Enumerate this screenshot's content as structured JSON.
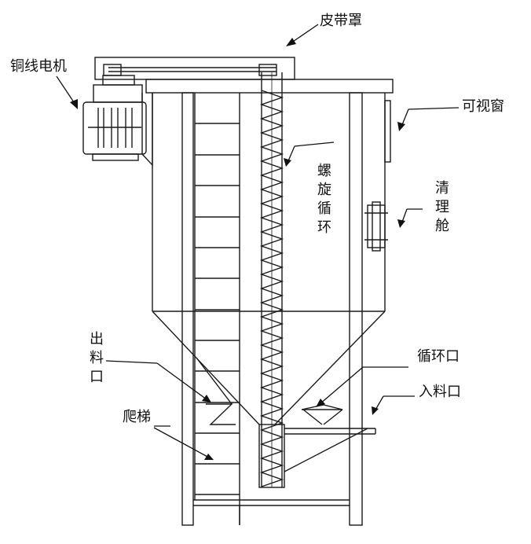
{
  "labels": {
    "belt_cover": "皮带罩",
    "motor": "铜线电机",
    "sight_window": "可视窗",
    "cleaning_hatch": "清理舱",
    "spiral_cycle": "螺旋循环",
    "outlet": "出料口",
    "circulation_port": "循环口",
    "inlet": "入料口",
    "ladder": "爬梯"
  }
}
